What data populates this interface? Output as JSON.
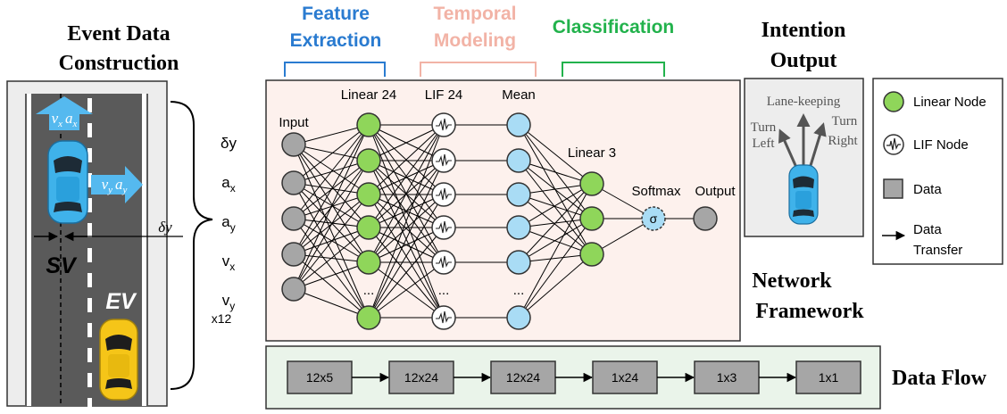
{
  "sections": {
    "event_title": [
      "Event Data",
      "Construction"
    ],
    "intention_title": [
      "Intention",
      "Output"
    ],
    "network_title": [
      "Network",
      "Framework"
    ],
    "dataflow_title": "Data Flow",
    "stages": [
      {
        "lines": [
          "Feature",
          "Extraction"
        ],
        "color": "#2a7bd0"
      },
      {
        "lines": [
          "Temporal",
          "Modeling"
        ],
        "color": "#f2b3a6"
      },
      {
        "lines": [
          "Classification"
        ],
        "color": "#22b24c"
      }
    ]
  },
  "road": {
    "sv_label": "SV",
    "ev_label": "EV",
    "dy_label": "δy",
    "v_label": "v",
    "a_label": "a",
    "sub_x": "x",
    "sub_y": "y"
  },
  "inputs": {
    "labels": [
      {
        "main": "δy",
        "sub": ""
      },
      {
        "main": "a",
        "sub": "x"
      },
      {
        "main": "a",
        "sub": "y"
      },
      {
        "main": "v",
        "sub": "x"
      },
      {
        "main": "v",
        "sub": "y"
      }
    ],
    "repeat": "x12"
  },
  "layers": {
    "input": "Input",
    "linear24": "Linear 24",
    "lif24": "LIF 24",
    "mean": "Mean",
    "linear3": "Linear 3",
    "softmax": "Softmax",
    "output": "Output",
    "ellipsis": "...",
    "sigma": "σ"
  },
  "intention": {
    "lane_keeping": "Lane-keeping",
    "turn_left": [
      "Turn",
      "Left"
    ],
    "turn_right": [
      "Turn",
      "Right"
    ]
  },
  "legend": [
    {
      "label": [
        "Linear Node"
      ],
      "icon": "green-circle"
    },
    {
      "label": [
        "LIF Node"
      ],
      "icon": "spike-circle"
    },
    {
      "label": [
        "Data"
      ],
      "icon": "gray-square"
    },
    {
      "label": [
        "Data",
        "Transfer"
      ],
      "icon": "arrow"
    }
  ],
  "dataflow": [
    "12x5",
    "12x24",
    "12x24",
    "1x24",
    "1x3",
    "1x1"
  ],
  "colors": {
    "green": "#8fd65a",
    "blue": "#a9dcf5",
    "gray": "#a6a6a6",
    "network_bg": "#fdf1ed",
    "dataflow_bg": "#eaf4ea",
    "road": "#5a5a5a",
    "car_blue": "#3fb2ea",
    "car_yellow": "#f5c518",
    "arrow_blue": "#55b9ef"
  }
}
